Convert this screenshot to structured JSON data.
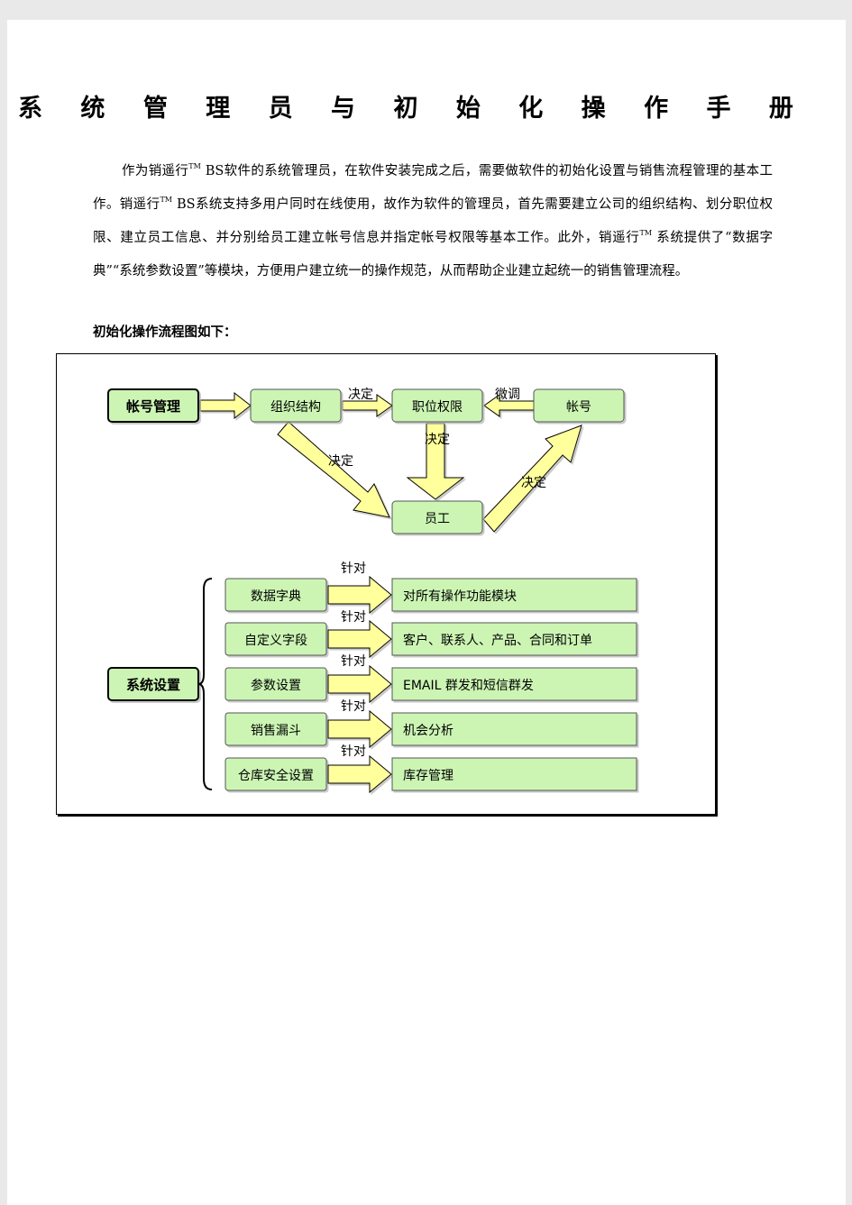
{
  "title_chars": [
    "系",
    "统",
    "管",
    "理",
    "员",
    "与",
    "初",
    "始",
    "化",
    "操",
    "作",
    "手",
    "册"
  ],
  "intro": {
    "p1": "作为销遥行",
    "tm1": "TM",
    "p2": " BS软件的系统管理员，在软件安装完成之后，需要做软件的初始化设置与销售流程管理的基本工作。销遥行",
    "tm2": "TM",
    "p3": " BS系统支持多用户同时在线使用，故作为软件的管理员，首先需要建立公司的组织结构、划分职位权限、建立员工信息、并分别给员工建立帐号信息并指定帐号权限等基本工作。此外，销遥行",
    "tm3": "TM",
    "p4": " 系统提供了“数据字典”“系统参数设置”等模块，方便用户建立统一的操作规范，从而帮助企业建立起统一的销售管理流程。"
  },
  "caption": "初始化操作流程图如下：",
  "flow1": {
    "start": "帐号管理",
    "org": "组织结构",
    "position": "职位权限",
    "account": "帐号",
    "employee": "员工",
    "label_org_pos": "决定",
    "label_acc_pos": "微调",
    "label_pos_emp": "决定",
    "label_org_emp": "决定",
    "label_emp_acc": "决定"
  },
  "flow2": {
    "start": "系统设置",
    "items": [
      {
        "name": "数据字典",
        "label": "针对",
        "target": "对所有操作功能模块"
      },
      {
        "name": "自定义字段",
        "label": "针对",
        "target": "客户、联系人、产品、合同和订单"
      },
      {
        "name": "参数设置",
        "label": "针对",
        "target": "EMAIL 群发和短信群发"
      },
      {
        "name": "销售漏斗",
        "label": "针对",
        "target": "机会分析"
      },
      {
        "name": "仓库安全设置",
        "label": "针对",
        "target": "库存管理"
      }
    ]
  },
  "colors": {
    "box_fill": "#ccf5b4",
    "arrow_fill": "#ffff9c",
    "border": "#000000"
  }
}
